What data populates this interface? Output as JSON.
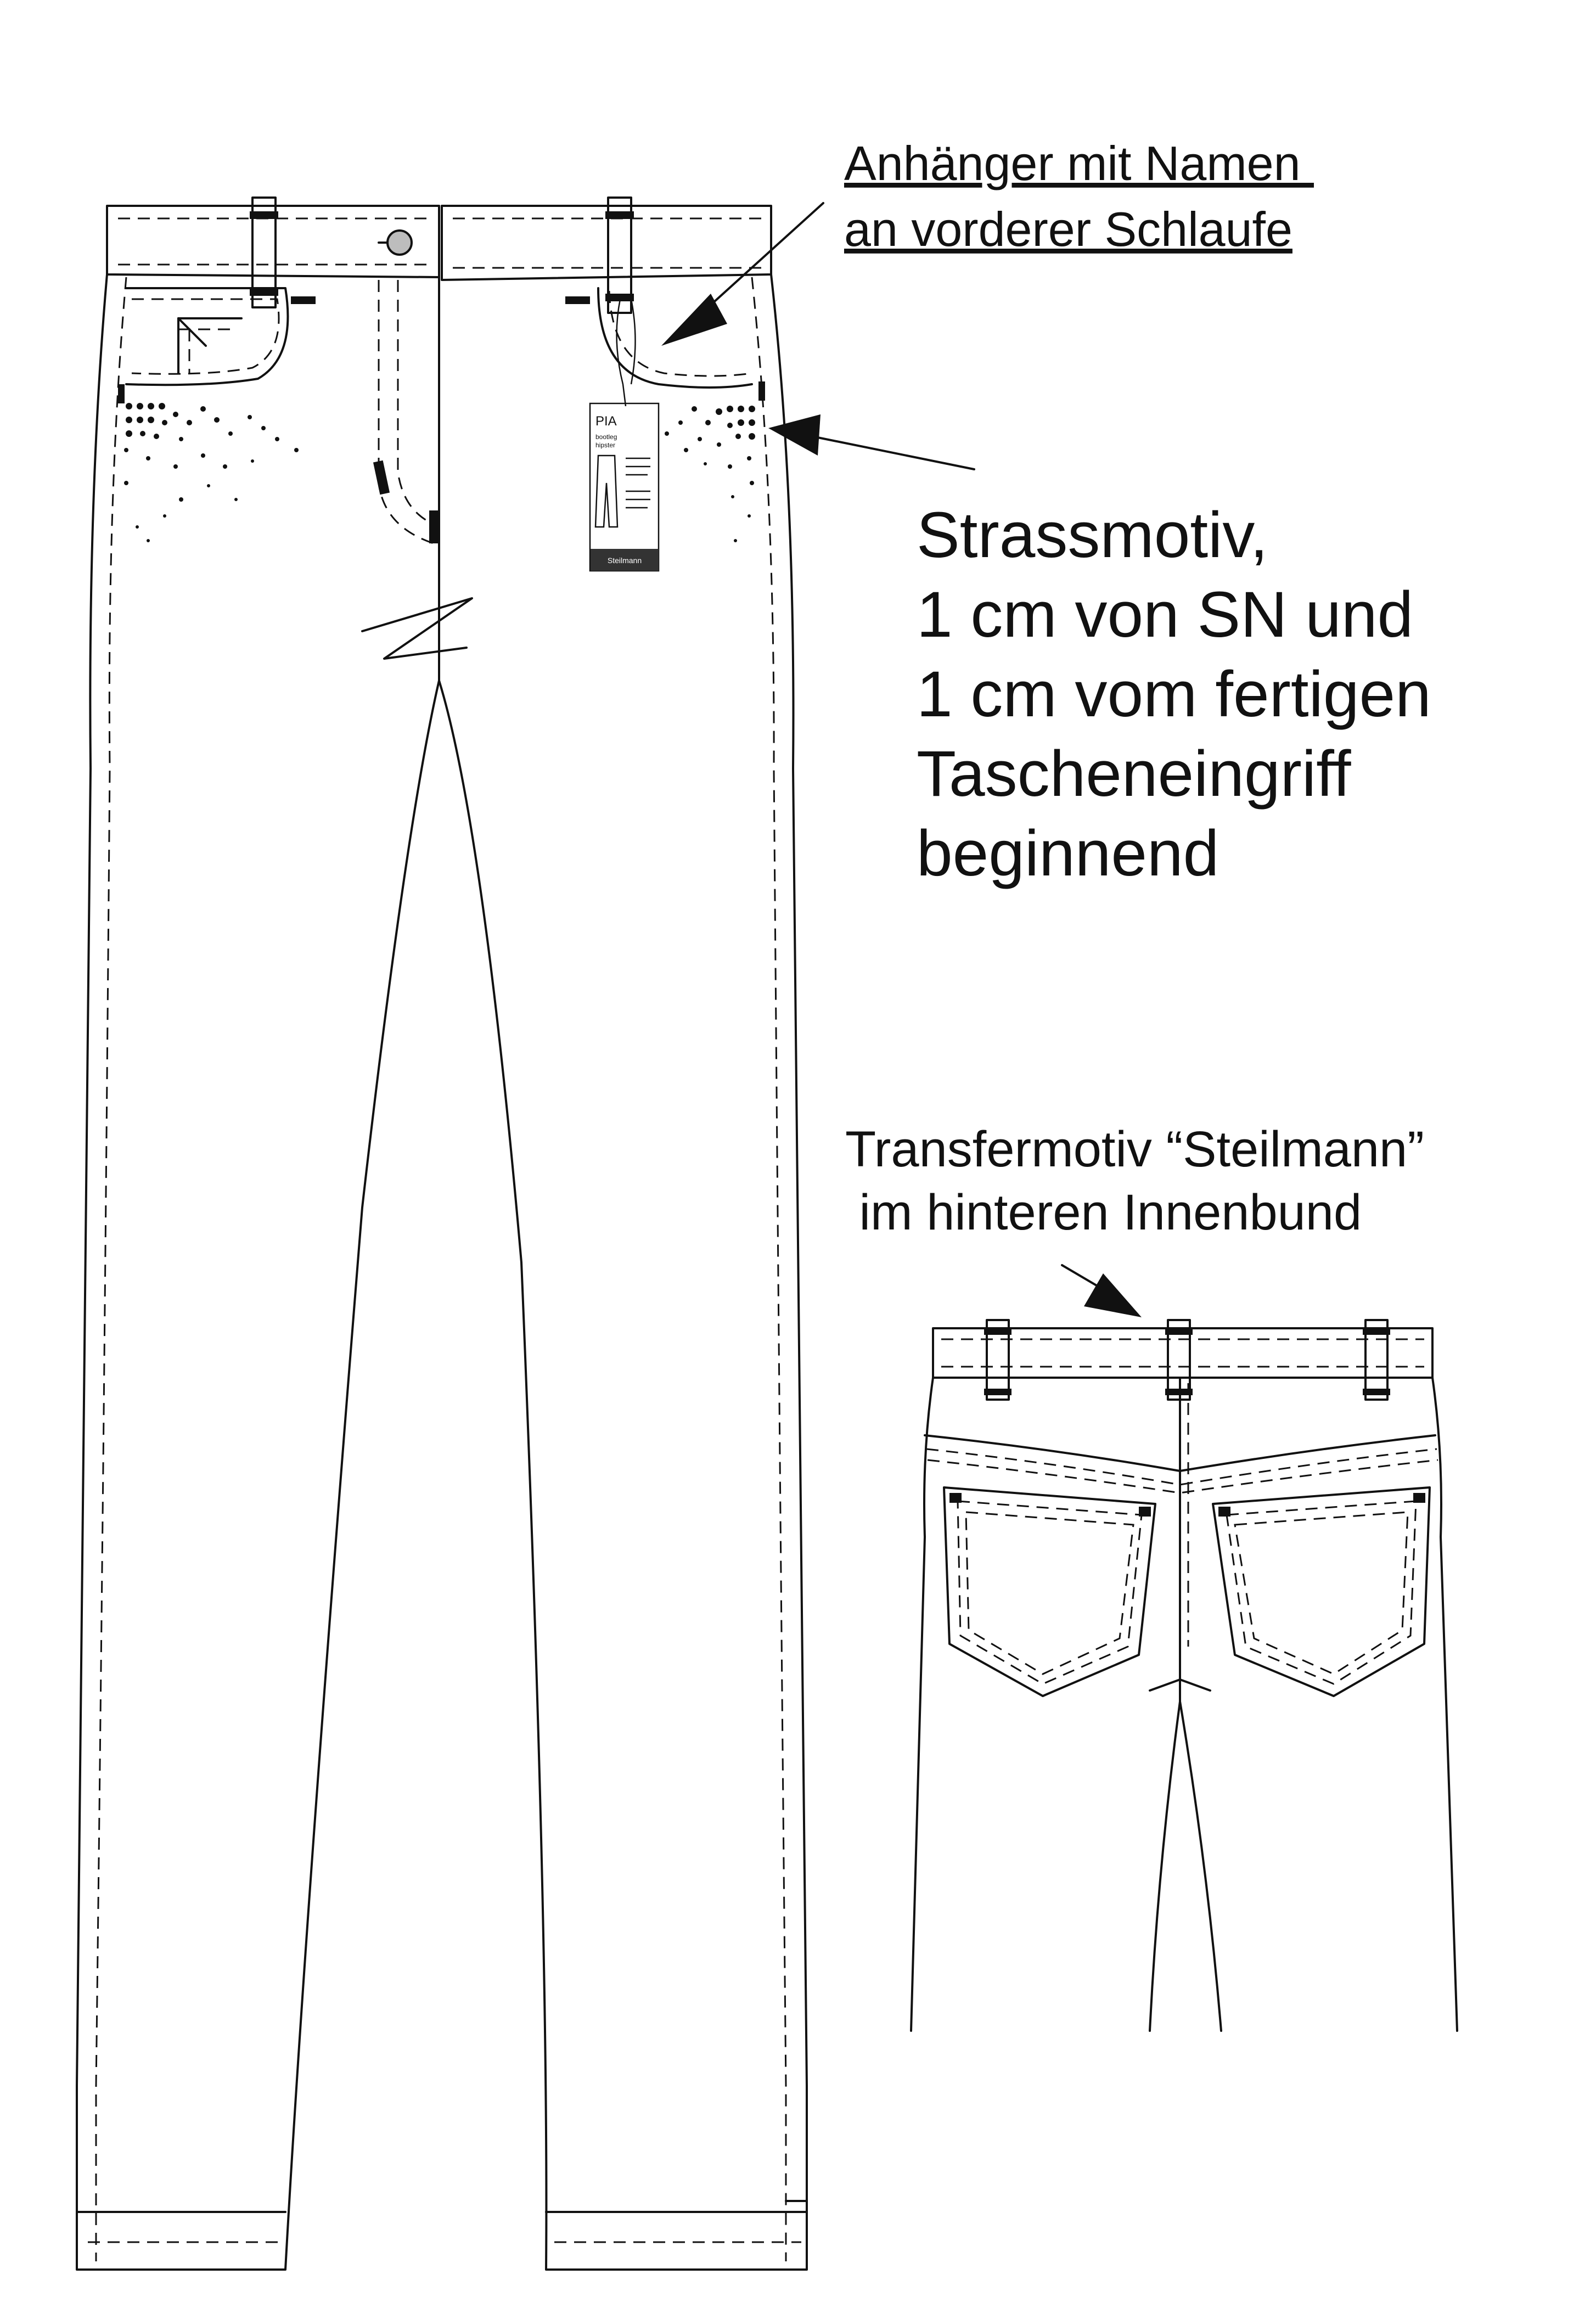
{
  "annotations": {
    "tag_note": {
      "line1": "Anhänger mit Namen ",
      "line2": "an vorderer Schlaufe"
    },
    "rhinestone_note": {
      "line1": "Strassmotiv,",
      "line2": "1 cm von SN und",
      "line3": "1 cm vom fertigen",
      "line4": "Tascheneingriff",
      "line5": "beginnend"
    },
    "transfer_note": {
      "line1": "Transfermotiv “Steilmann”",
      "line2": " im hinteren Innenbund"
    }
  },
  "hang_tag": {
    "name": "PIA",
    "lines": [
      "bootleg",
      "hipster"
    ],
    "brand": "Steilmann"
  },
  "colors": {
    "line": "#111111",
    "background": "#ffffff",
    "button": "#bdbdbd",
    "tag_footer": "#333333"
  }
}
